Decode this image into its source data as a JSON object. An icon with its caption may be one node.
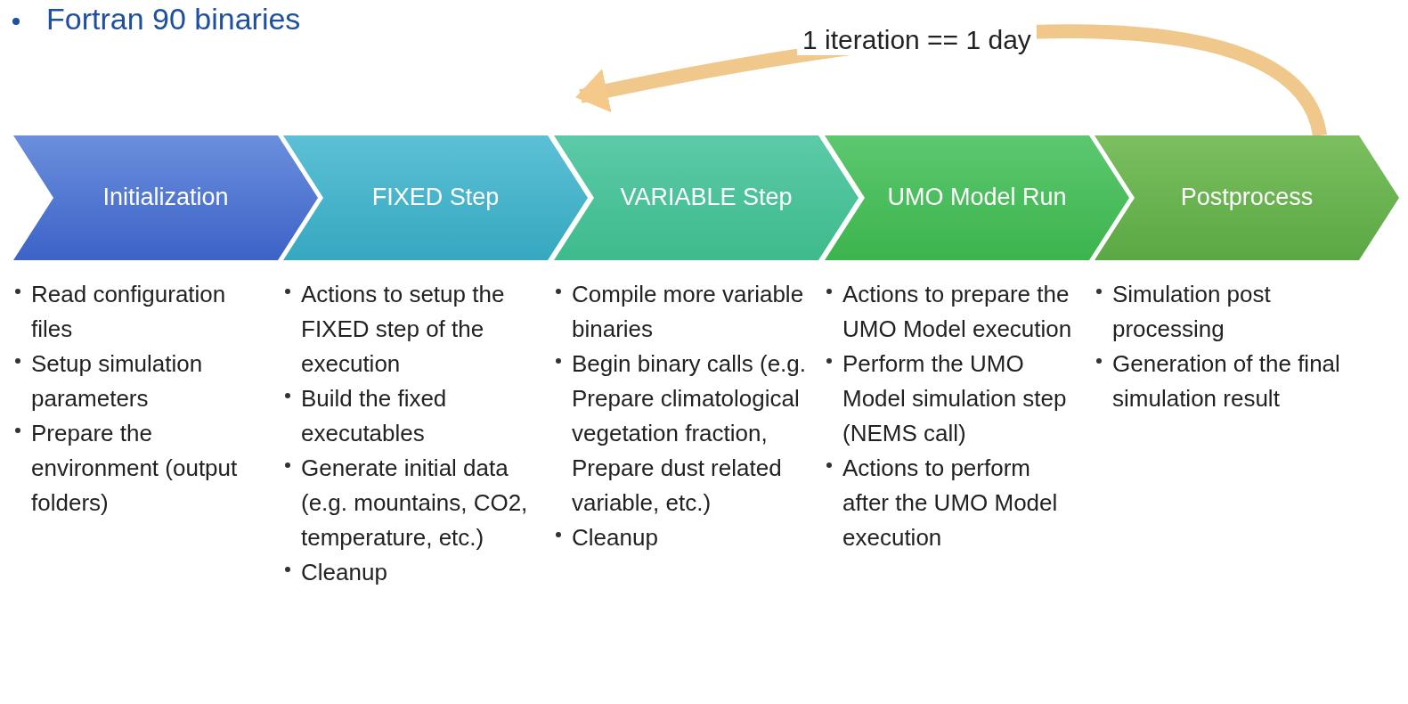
{
  "diagram": {
    "nodes": [
      {
        "text": [
          "Initialization"
        ],
        "beside": [
          "Read configuration files",
          "Setup simulation parameters",
          "Prepare the environment (output folders)"
        ]
      },
      {
        "text": [
          "FIXED Step"
        ],
        "beside": [
          "Actions to setup the FIXED step of the execution",
          "Build the fixed executables",
          "Generate initial data (e.g. mountains, CO2, temperature, etc.)",
          "Cleanup"
        ]
      },
      {
        "text": [
          "VARIABLE Step"
        ],
        "beside": [
          "Compile more variable binaries",
          "Begin binary calls (e.g. Prepare climatological vegetation fraction, Prepare dust related variable, etc.)",
          "Cleanup"
        ]
      },
      {
        "text": [
          "UMO Model Run"
        ],
        "beside": [
          "Actions to prepare the UMO Model execution",
          "Perform the UMO Model simulation step (NEMS call)",
          "Actions to perform after the UMO Model execution"
        ]
      },
      {
        "text": [
          "Postprocess"
        ],
        "beside": [
          "Simulation post processing",
          "Generation of the final simulation result"
        ]
      }
    ],
    "edges": [
      {
        "from": 4,
        "to": 2,
        "arrow": "to",
        "label": "1 iteration == 1 day"
      }
    ],
    "labels": [
      "Fortran 90 binaries"
    ]
  }
}
